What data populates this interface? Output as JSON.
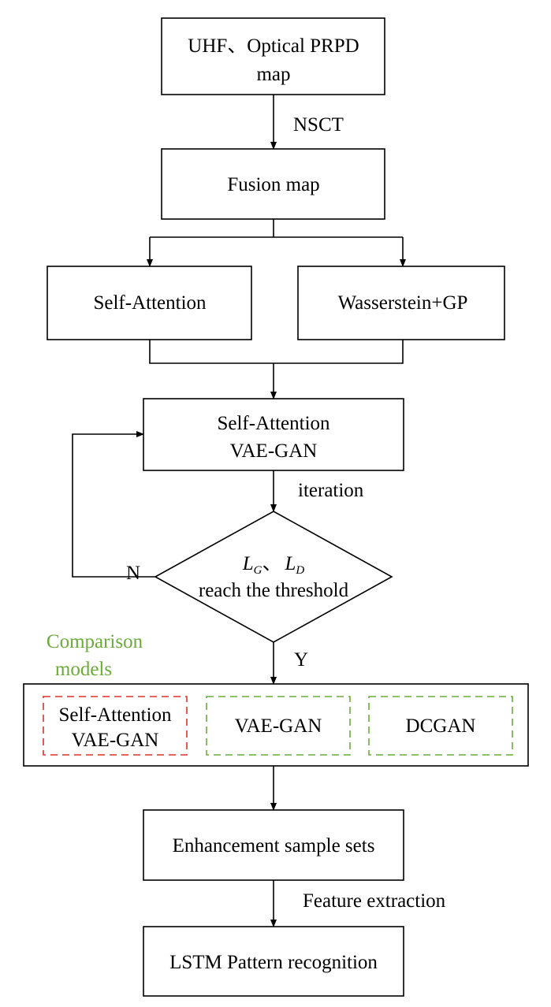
{
  "nodes": {
    "input": [
      "UHF、Optical PRPD",
      "map"
    ],
    "fusion": "Fusion map",
    "self_attention": "Self-Attention",
    "wasserstein": "Wasserstein+GP",
    "sa_vaegan": [
      "Self-Attention",
      "VAE-GAN"
    ],
    "decision": {
      "lg_main": "L",
      "lg_sub": "G",
      "sep": "、",
      "ld_main": "L",
      "ld_sub": "D",
      "line2": "reach the threshold"
    },
    "comparison_label": [
      "Comparison",
      "models"
    ],
    "model_sa_vaegan": [
      "Self-Attention",
      "VAE-GAN"
    ],
    "model_vaegan": "VAE-GAN",
    "model_dcgan": "DCGAN",
    "enhancement": "Enhancement sample sets",
    "lstm": "LSTM Pattern recognition"
  },
  "edge_labels": {
    "nsct": "NSCT",
    "iteration": "iteration",
    "no": "N",
    "yes": "Y",
    "feature_extraction": "Feature extraction"
  },
  "colors": {
    "line": "#000000",
    "selected_model_border": "#e0302a",
    "comparison_models": "#6aab3a"
  }
}
